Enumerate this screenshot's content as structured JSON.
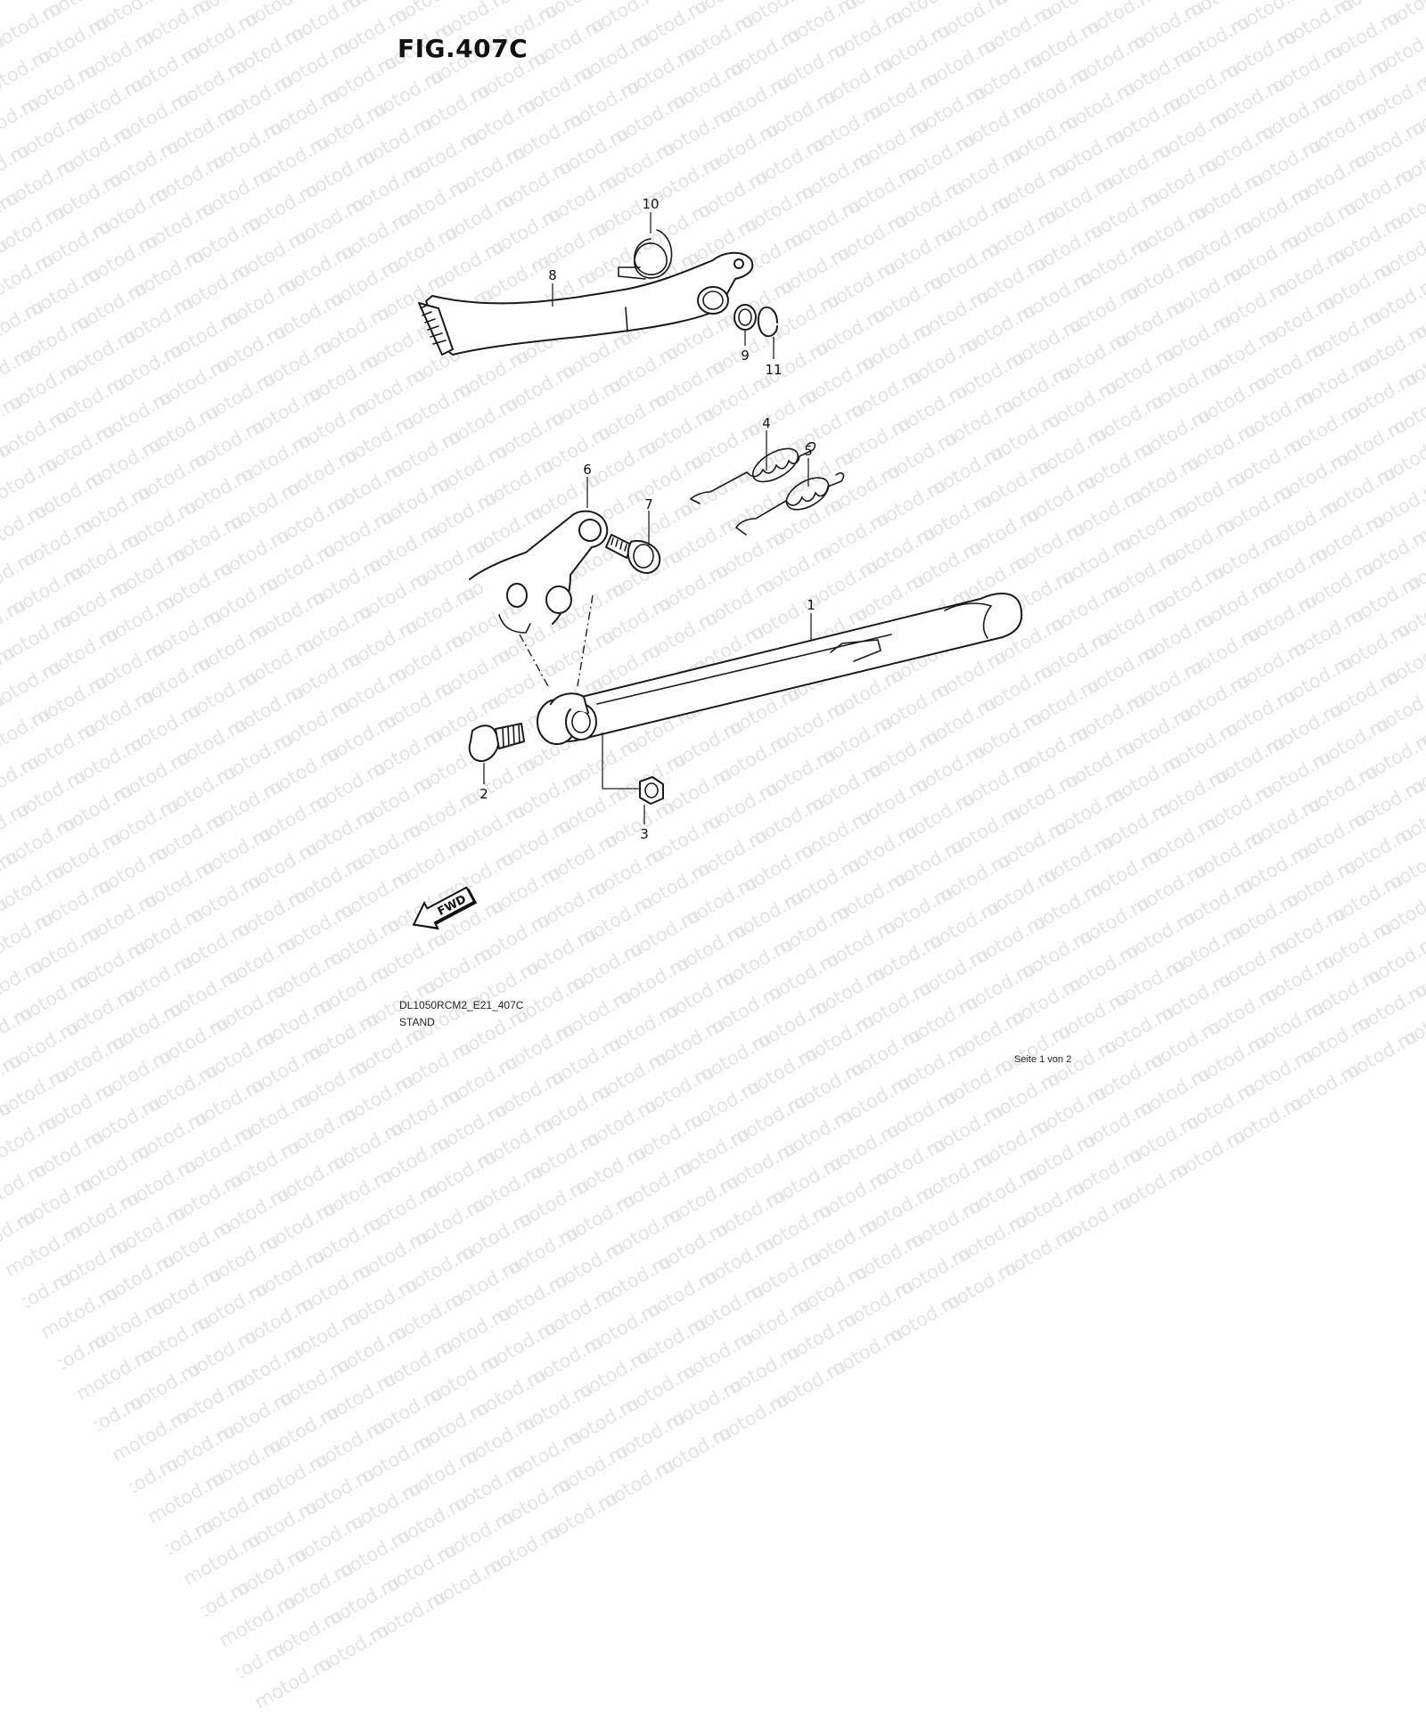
{
  "figure": {
    "title": "FIG.407C"
  },
  "watermark": {
    "text": "motod.ru"
  },
  "callouts": [
    {
      "id": "1",
      "label": "1"
    },
    {
      "id": "2",
      "label": "2"
    },
    {
      "id": "3",
      "label": "3"
    },
    {
      "id": "4",
      "label": "4"
    },
    {
      "id": "5",
      "label": "5"
    },
    {
      "id": "6",
      "label": "6"
    },
    {
      "id": "7",
      "label": "7"
    },
    {
      "id": "8",
      "label": "8"
    },
    {
      "id": "9",
      "label": "9"
    },
    {
      "id": "10",
      "label": "10"
    },
    {
      "id": "11",
      "label": "11"
    }
  ],
  "direction_arrow": {
    "label": "FWD"
  },
  "footer": {
    "model_code": "DL1050RCM2_E21_407C",
    "section_name": "STAND",
    "page": "Seite 1 von 2"
  }
}
